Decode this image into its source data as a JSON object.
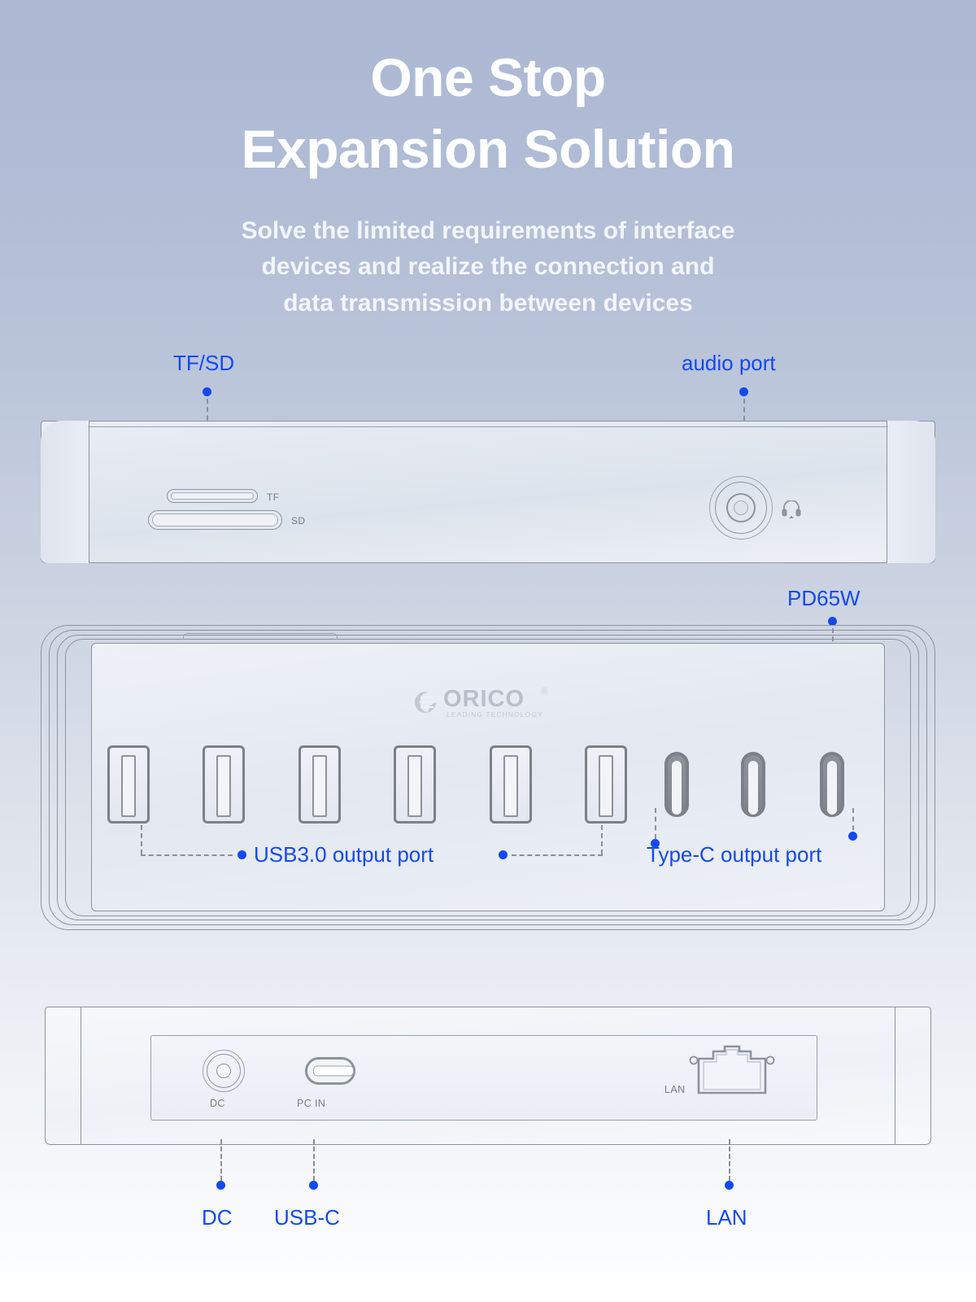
{
  "header": {
    "title_line1": "One Stop",
    "title_line2": "Expansion Solution",
    "subtitle_line1": "Solve the limited requirements of interface",
    "subtitle_line2": "devices and realize the connection and",
    "subtitle_line3": "data transmission between devices"
  },
  "brand": {
    "name": "ORICO",
    "registered": "®",
    "tagline": "LEADING  TECHNOLOGY"
  },
  "colors": {
    "callout_blue": "#1449f0",
    "outline_gray": "#8d93a0",
    "silk_gray": "#787e8a",
    "background_top": "#adb9d3",
    "background_bottom": "#ffffff"
  },
  "callouts": [
    {
      "id": "tf-sd",
      "label": "TF/SD"
    },
    {
      "id": "audio-port",
      "label": "audio port"
    },
    {
      "id": "pd65w",
      "label": "PD65W"
    },
    {
      "id": "usb30",
      "label": "USB3.0 output port"
    },
    {
      "id": "type-c",
      "label": "Type-C output port"
    },
    {
      "id": "dc",
      "label": "DC"
    },
    {
      "id": "usb-c",
      "label": "USB-C"
    },
    {
      "id": "lan",
      "label": "LAN"
    }
  ],
  "panel_front": {
    "silkscreen": [
      {
        "id": "tf",
        "label": "TF"
      },
      {
        "id": "sd",
        "label": "SD"
      }
    ],
    "icons": [
      "headset-icon"
    ]
  },
  "panel_main": {
    "usb_a_count": 6,
    "type_c_count": 3
  },
  "panel_rear": {
    "silkscreen": [
      {
        "id": "dc",
        "label": "DC"
      },
      {
        "id": "pc-in",
        "label": "PC IN"
      },
      {
        "id": "lan",
        "label": "LAN"
      }
    ]
  }
}
